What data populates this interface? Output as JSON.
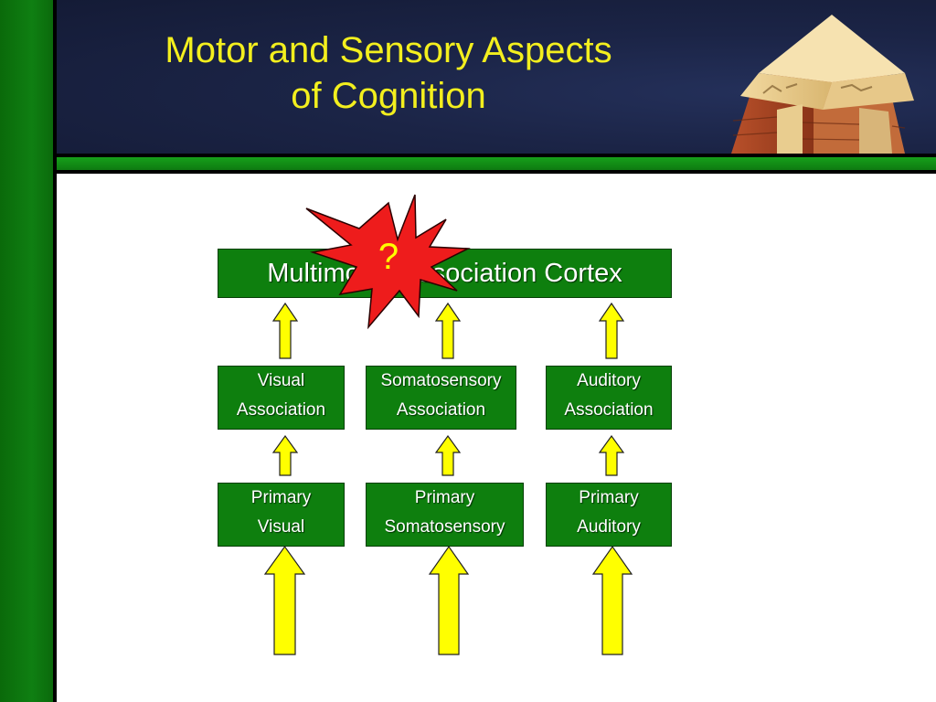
{
  "slide": {
    "title_line1": "Motor and Sensory Aspects",
    "title_line2": "of Cognition"
  },
  "diagram": {
    "top_box": "Multimodal Association Cortex",
    "burst_label": "?",
    "association": [
      {
        "line1": "Visual",
        "line2": "Association"
      },
      {
        "line1": "Somatosensory",
        "line2": "Association"
      },
      {
        "line1": "Auditory",
        "line2": "Association"
      }
    ],
    "primary": [
      {
        "line1": "Primary",
        "line2": "Visual"
      },
      {
        "line1": "Primary",
        "line2": "Somatosensory"
      },
      {
        "line1": "Primary",
        "line2": "Auditory"
      }
    ]
  },
  "colors": {
    "title": "#f3ef1e",
    "box_fill": "#0e7f0e",
    "arrow_fill": "#ffff00",
    "burst_fill": "#ee1c1c"
  }
}
